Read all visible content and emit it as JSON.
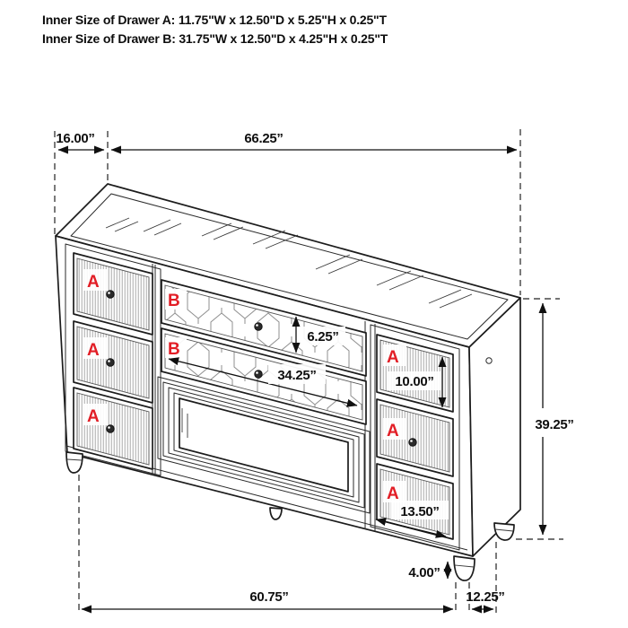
{
  "title": {
    "line1": "Inner Size of Drawer A: 11.75\"W x 12.50\"D x 5.25\"H x 0.25\"T",
    "line2": "Inner Size of Drawer B: 31.75\"W x 12.50\"D x 4.25\"H x 0.25\"T"
  },
  "dimensions": {
    "top_depth": "16.00”",
    "top_width": "66.25”",
    "overall_height": "39.25”",
    "drawer_b_height": "6.25”",
    "drawer_b_width": "34.25”",
    "drawer_a_height": "10.00”",
    "drawer_a_width": "13.50”",
    "leg_height": "4.00”",
    "base_width": "60.75”",
    "base_depth": "12.25”"
  },
  "drawer_labels": {
    "left": [
      "A",
      "A",
      "A"
    ],
    "middle": [
      "B",
      "B"
    ],
    "right": [
      "A",
      "A",
      "A"
    ]
  },
  "colors": {
    "drawer_label_red": "#e21e26",
    "line_dark": "#1c1c1c",
    "dimension_text": "#0f0f0f",
    "texture_gray": "#9a9a9a"
  }
}
